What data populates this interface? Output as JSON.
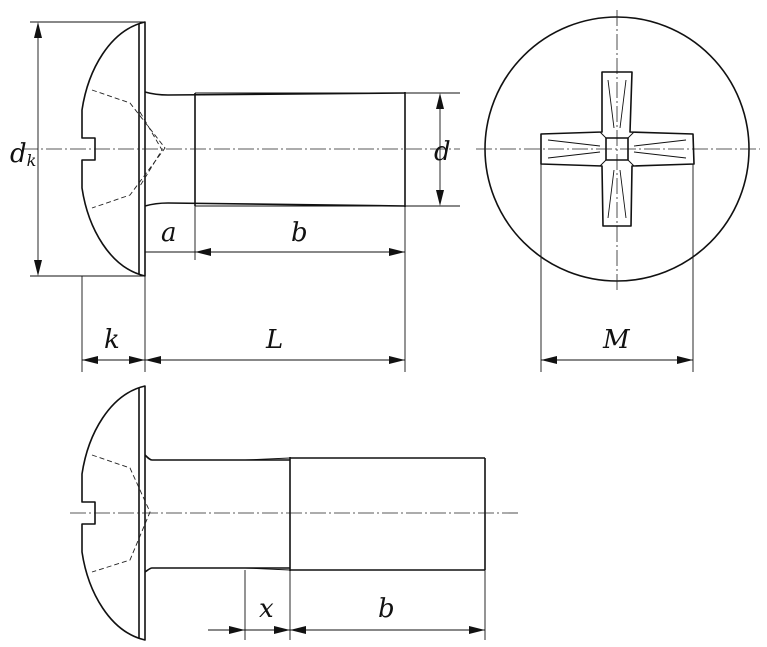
{
  "labels": {
    "head_diameter": "d",
    "head_diameter_sub": "k",
    "thread_diameter": "d",
    "head_height": "k",
    "length": "L",
    "unthreaded_a": "a",
    "thread_length_top": "b",
    "recess_width": "M",
    "unthreaded_x": "x",
    "thread_length_bottom": "b"
  }
}
